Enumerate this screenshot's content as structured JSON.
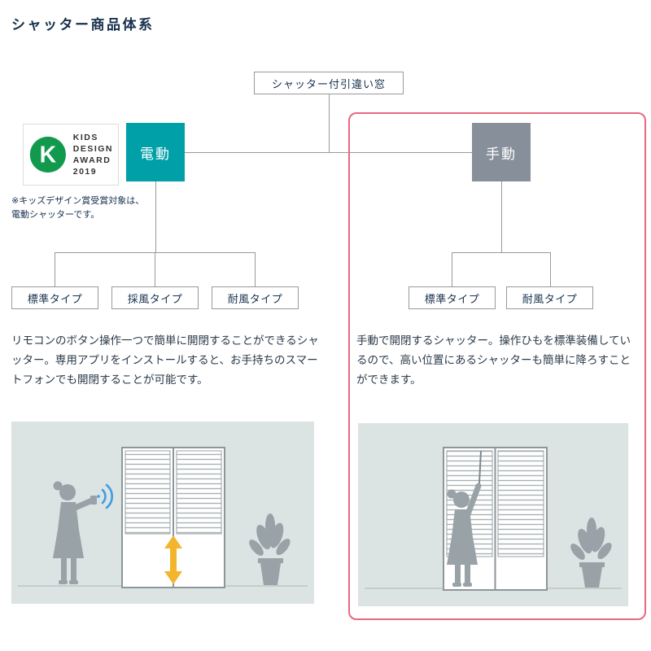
{
  "page": {
    "title": "シャッター商品体系"
  },
  "tree": {
    "root": "シャッター付引違い窓",
    "electric": {
      "label": "電動",
      "types": [
        "標準タイプ",
        "採風タイプ",
        "耐風タイプ"
      ],
      "description": "リモコンのボタン操作一つで簡単に開閉することができるシャッター。専用アプリをインストールすると、お手持ちのスマートフォンでも開閉することが可能です。"
    },
    "manual": {
      "label": "手動",
      "types": [
        "標準タイプ",
        "耐風タイプ"
      ],
      "description": "手動で開閉するシャッター。操作ひもを標準装備しているので、高い位置にあるシャッターも簡単に降ろすことができます。"
    }
  },
  "award": {
    "lines": [
      "KIDS",
      "DESIGN",
      "AWARD",
      "2019"
    ],
    "logo_letter": "K",
    "note": "※キッズデザイン賞受賞対象は、電動シャッターです。"
  },
  "colors": {
    "electric_box": "#00a0a8",
    "manual_box": "#87909a",
    "highlight_border": "#e8697f",
    "navy_text": "#16304d",
    "award_green": "#119a4e",
    "illustration_bg": "#dce3e3",
    "arrow_yellow": "#f2b52d",
    "wifi_blue": "#3f9fe0"
  }
}
